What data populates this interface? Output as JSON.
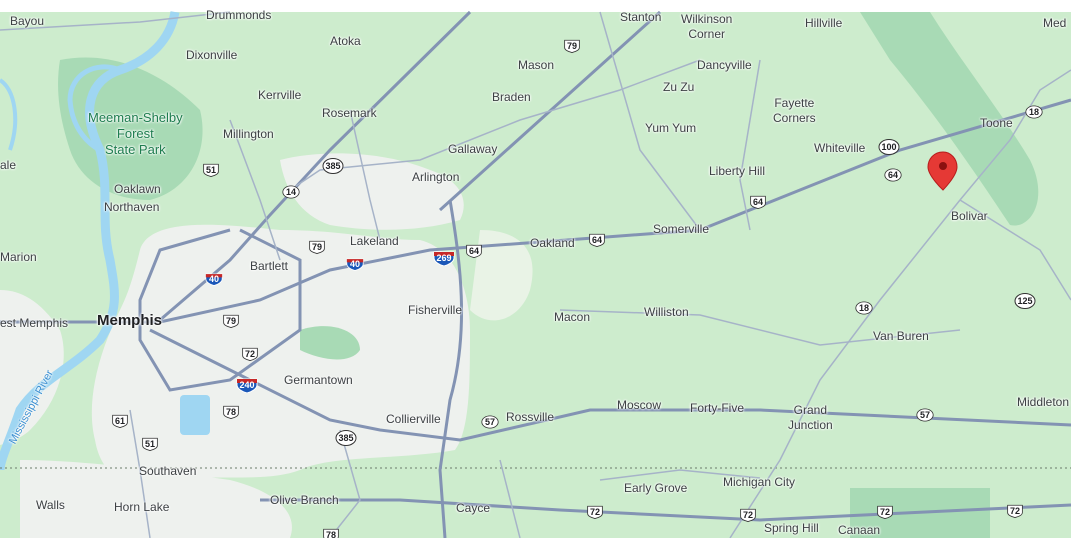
{
  "colors": {
    "land": "#cdeccd",
    "urban": "#f1f3f4",
    "water": "#9fd6f2",
    "park": "#a8dab5",
    "road": "#9aa8c2",
    "highway": "#7e8fb0",
    "marker": "#e53935"
  },
  "cities": [
    {
      "name": "Memphis",
      "big": true
    },
    {
      "name": "Bartlett"
    },
    {
      "name": "Lakeland"
    },
    {
      "name": "Arlington"
    },
    {
      "name": "Germantown"
    },
    {
      "name": "Collierville"
    },
    {
      "name": "Southaven"
    },
    {
      "name": "Olive Branch"
    },
    {
      "name": "Horn Lake"
    },
    {
      "name": "Walls"
    },
    {
      "name": "Millington"
    },
    {
      "name": "Rosemark"
    },
    {
      "name": "Kerrville"
    },
    {
      "name": "Atoka"
    },
    {
      "name": "Drummonds"
    },
    {
      "name": "Dixonville"
    },
    {
      "name": "Bayou"
    },
    {
      "name": "Oaklawn"
    },
    {
      "name": "Northaven"
    },
    {
      "name": "Marion"
    },
    {
      "name": "West Memphis",
      "display": "est Memphis"
    },
    {
      "name": "Gallaway"
    },
    {
      "name": "Braden"
    },
    {
      "name": "Mason"
    },
    {
      "name": "Stanton"
    },
    {
      "name": "Wilkinson Corner",
      "display": "Wilkinson\nCorner"
    },
    {
      "name": "Dancyville"
    },
    {
      "name": "Zu Zu"
    },
    {
      "name": "Yum Yum"
    },
    {
      "name": "Hillville"
    },
    {
      "name": "Fayette Corners",
      "display": "Fayette\nCorners"
    },
    {
      "name": "Whiteville"
    },
    {
      "name": "Toone"
    },
    {
      "name": "Liberty Hill"
    },
    {
      "name": "Somerville"
    },
    {
      "name": "Oakland"
    },
    {
      "name": "Fisherville"
    },
    {
      "name": "Macon"
    },
    {
      "name": "Williston"
    },
    {
      "name": "Bolivar"
    },
    {
      "name": "Van Buren"
    },
    {
      "name": "Rossville"
    },
    {
      "name": "Moscow"
    },
    {
      "name": "Forty-Five"
    },
    {
      "name": "Grand Junction",
      "display": "Grand\nJunction"
    },
    {
      "name": "Middleton"
    },
    {
      "name": "Early Grove"
    },
    {
      "name": "Michigan City"
    },
    {
      "name": "Cayce"
    },
    {
      "name": "Spring Hill"
    },
    {
      "name": "Canaan"
    },
    {
      "name": "Medon",
      "display": "Med"
    },
    {
      "name": "ale"
    }
  ],
  "park": {
    "name": "Meeman-Shelby Forest State Park",
    "display": "Meeman-Shelby\nForest\nState Park"
  },
  "river": {
    "name": "Mississippi River"
  },
  "shields": [
    {
      "num": "79",
      "type": "us"
    },
    {
      "num": "51",
      "type": "us"
    },
    {
      "num": "385",
      "type": "state"
    },
    {
      "num": "14",
      "type": "state"
    },
    {
      "num": "79",
      "type": "us"
    },
    {
      "num": "40",
      "type": "interstate"
    },
    {
      "num": "40",
      "type": "interstate"
    },
    {
      "num": "269",
      "type": "interstate"
    },
    {
      "num": "64",
      "type": "us"
    },
    {
      "num": "64",
      "type": "us"
    },
    {
      "num": "64",
      "type": "us"
    },
    {
      "num": "64",
      "type": "state"
    },
    {
      "num": "100",
      "type": "state"
    },
    {
      "num": "18",
      "type": "state"
    },
    {
      "num": "18",
      "type": "state"
    },
    {
      "num": "125",
      "type": "state"
    },
    {
      "num": "79",
      "type": "us"
    },
    {
      "num": "72",
      "type": "us"
    },
    {
      "num": "240",
      "type": "interstate"
    },
    {
      "num": "78",
      "type": "us"
    },
    {
      "num": "61",
      "type": "us"
    },
    {
      "num": "51",
      "type": "us"
    },
    {
      "num": "385",
      "type": "state"
    },
    {
      "num": "57",
      "type": "state"
    },
    {
      "num": "57",
      "type": "state"
    },
    {
      "num": "72",
      "type": "us"
    },
    {
      "num": "72",
      "type": "us"
    },
    {
      "num": "72",
      "type": "us"
    },
    {
      "num": "72",
      "type": "us"
    },
    {
      "num": "78",
      "type": "us"
    }
  ]
}
